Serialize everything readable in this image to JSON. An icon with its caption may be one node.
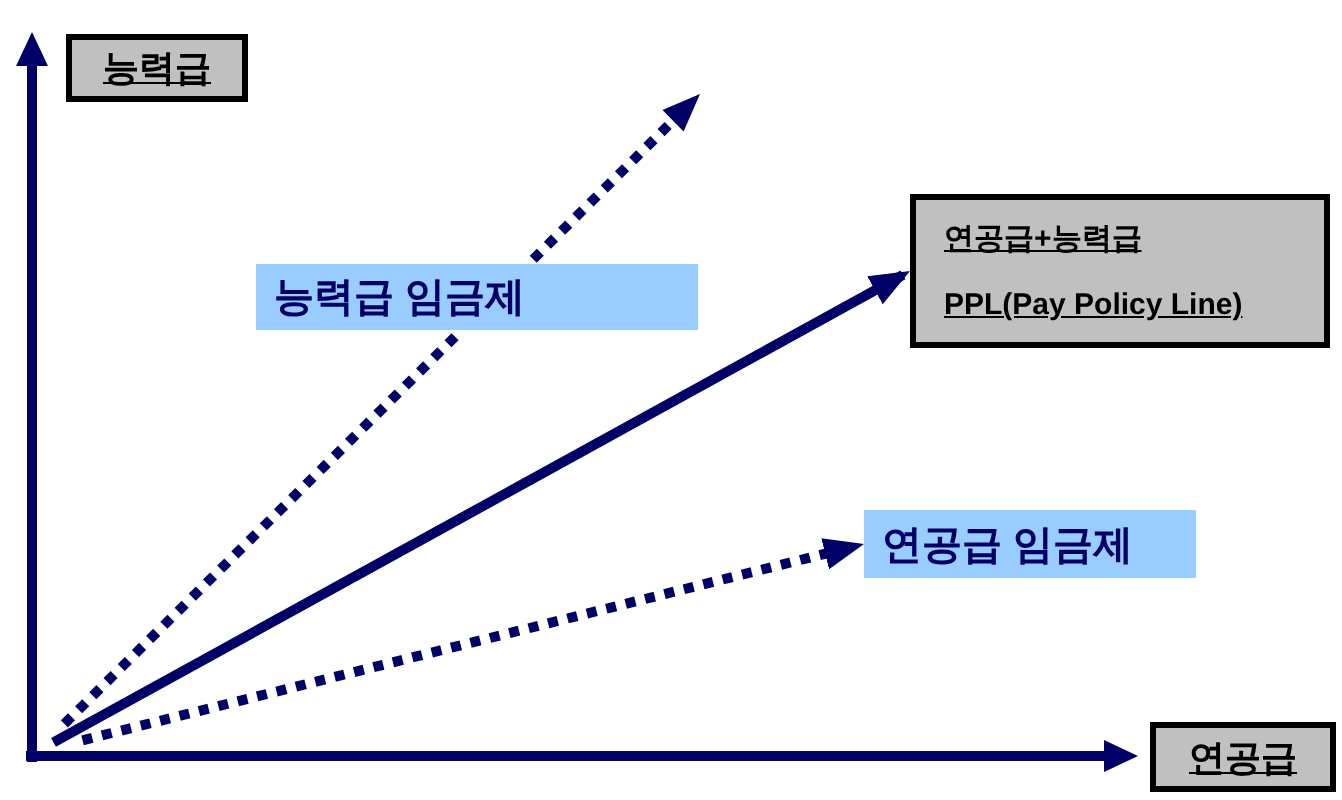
{
  "diagram": {
    "nodes": [
      {
        "text": [
          "능력급"
        ]
      },
      {
        "text": [
          "연공급+능력급",
          "PPL(Pay Policy Line)"
        ]
      },
      {
        "text": [
          "능력급 임금제"
        ]
      },
      {
        "text": [
          "연공급 임금제"
        ]
      },
      {
        "text": [
          "연공급"
        ]
      }
    ],
    "edges": [
      {
        "from": null,
        "to": 1,
        "arrow": "to"
      },
      {
        "from": null,
        "to": 3,
        "arrow": "to",
        "style": "dashed"
      }
    ]
  }
}
